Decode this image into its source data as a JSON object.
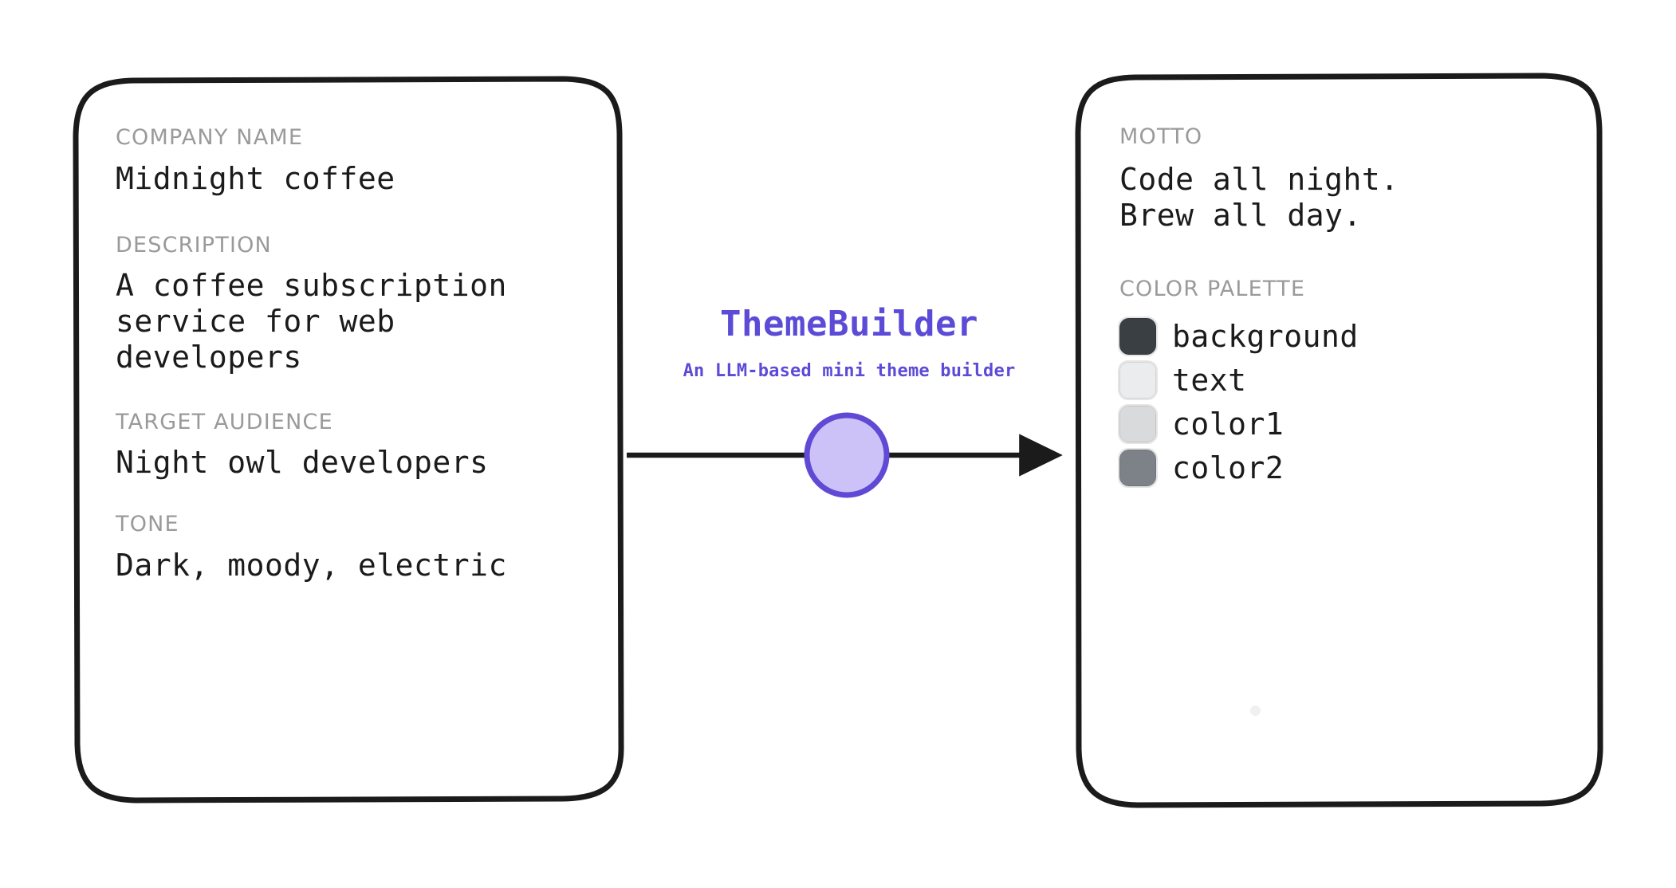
{
  "app": {
    "title": "ThemeBuilder",
    "subtitle": "An LLM-based mini theme builder",
    "accent_color": "#5b4bd6",
    "node_fill_color": "#ccc2f7",
    "node_stroke_color": "#6049d4"
  },
  "input_card": {
    "fields": [
      {
        "label": "COMPANY NAME",
        "value": "Midnight coffee"
      },
      {
        "label": "DESCRIPTION",
        "value": "A coffee subscription\nservice for web\ndevelopers"
      },
      {
        "label": "TARGET AUDIENCE",
        "value": "Night owl developers"
      },
      {
        "label": "TONE",
        "value": "Dark, moody, electric"
      }
    ]
  },
  "output_card": {
    "motto_label": "MOTTO",
    "motto_value": "Code all night.\nBrew all day.",
    "palette_label": "COLOR PALETTE",
    "palette": [
      {
        "name": "background",
        "hex": "#3a3f44"
      },
      {
        "name": "text",
        "hex": "#ebeced"
      },
      {
        "name": "color1",
        "hex": "#d8dadc"
      },
      {
        "name": "color2",
        "hex": "#7c8287"
      }
    ]
  }
}
